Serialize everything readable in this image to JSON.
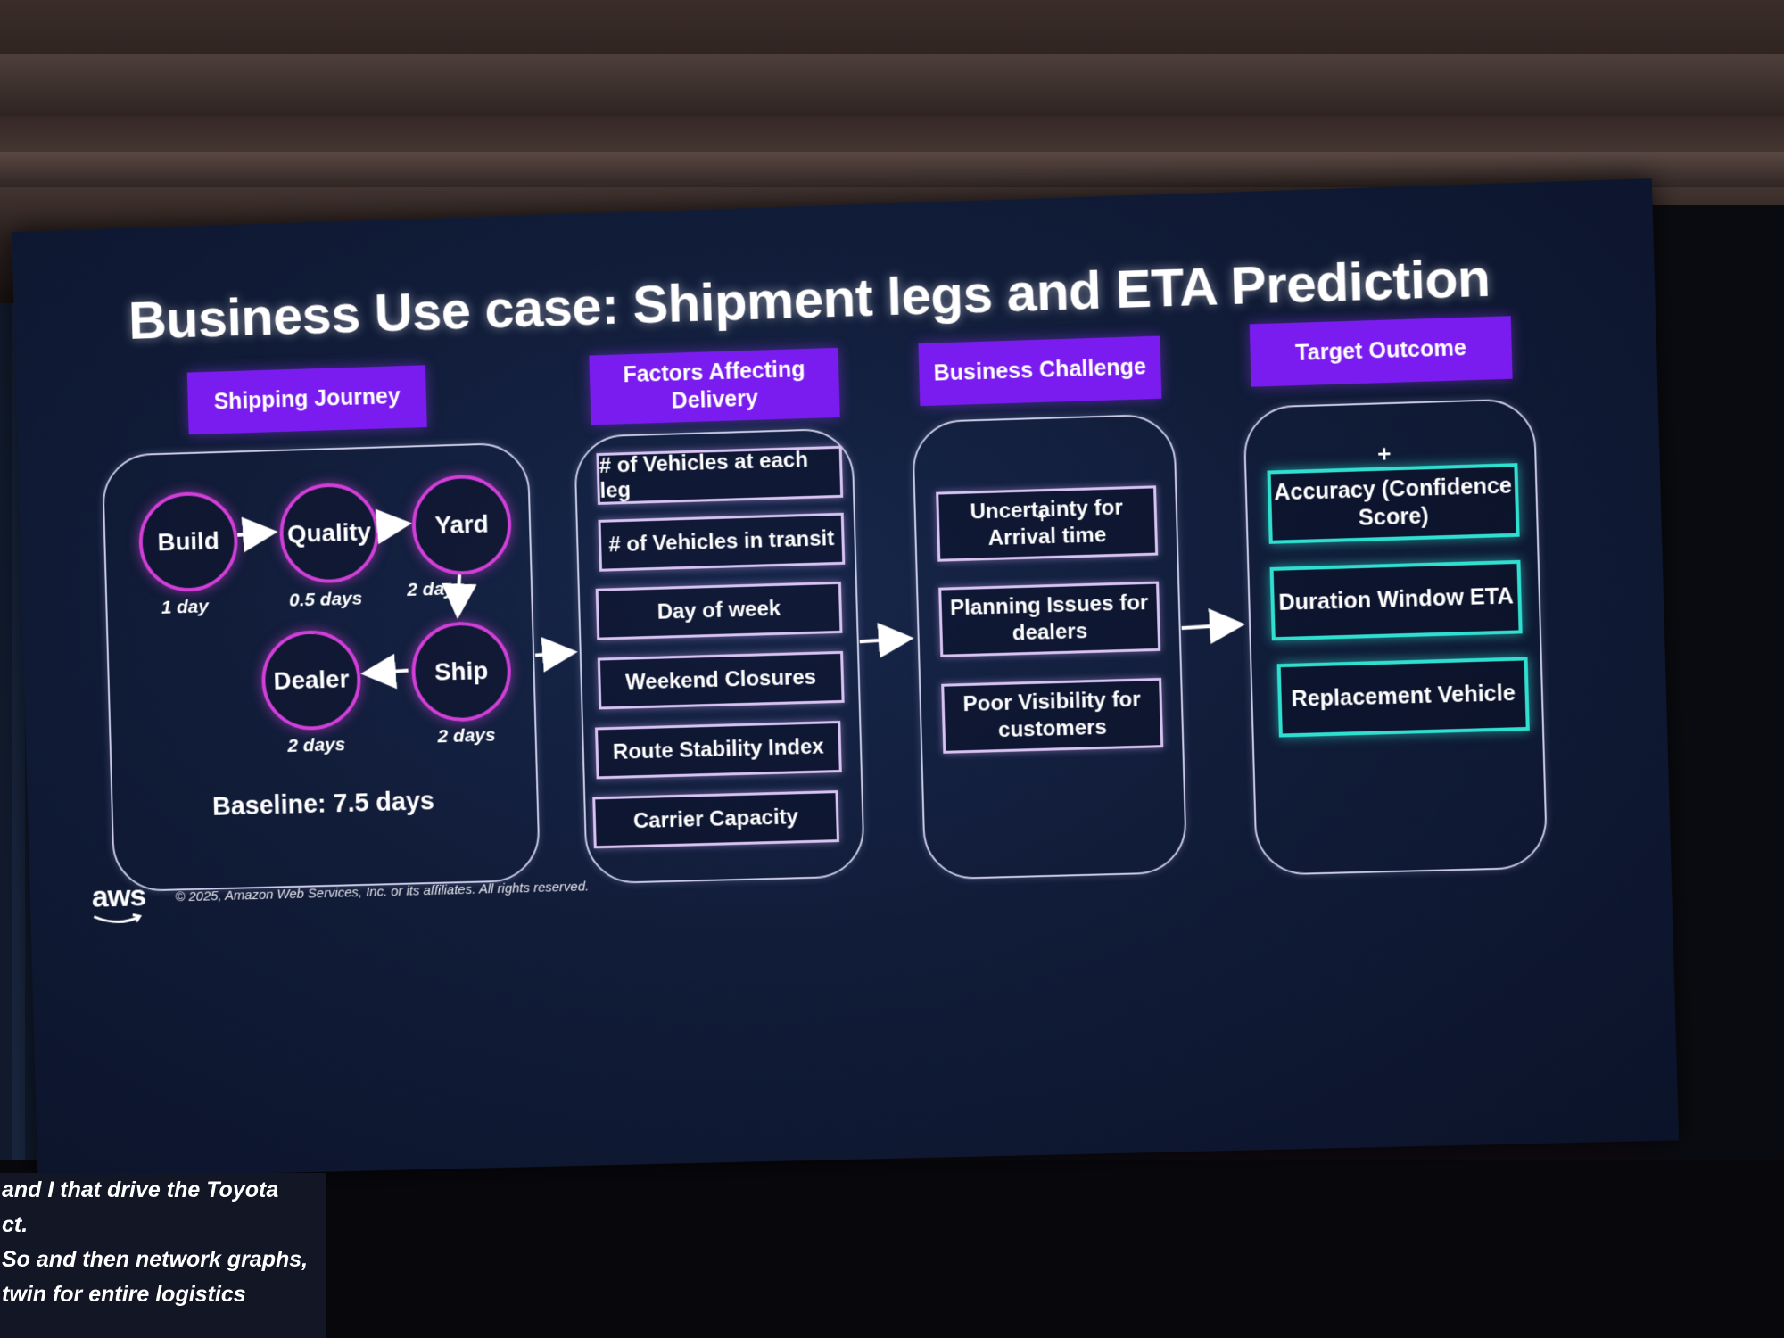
{
  "slide": {
    "title": "Business Use case: Shipment legs and ETA Prediction"
  },
  "shipping_journey": {
    "header": "Shipping Journey",
    "nodes": [
      {
        "label": "Build",
        "duration": "1 day"
      },
      {
        "label": "Quality",
        "duration": "0.5 days"
      },
      {
        "label": "Yard",
        "duration": "2 days"
      },
      {
        "label": "Ship",
        "duration": "2 days"
      },
      {
        "label": "Dealer",
        "duration": "2 days"
      }
    ],
    "baseline": "Baseline: 7.5 days"
  },
  "factors": {
    "header": "Factors Affecting Delivery",
    "items": [
      "# of Vehicles at each leg",
      "# of Vehicles in transit",
      "Day of week",
      "Weekend Closures",
      "Route Stability Index",
      "Carrier Capacity"
    ]
  },
  "challenges": {
    "header": "Business Challenge",
    "items": [
      "Uncertainty for Arrival time",
      "Planning Issues for dealers",
      "Poor Visibility for customers"
    ]
  },
  "outcomes": {
    "header": "Target Outcome",
    "items": [
      "Accuracy (Confidence Score)",
      "Duration Window ETA",
      "Replacement Vehicle"
    ]
  },
  "footer": {
    "logo": "aws",
    "copyright": "© 2025, Amazon Web Services, Inc. or its affiliates. All rights reserved."
  },
  "captions": {
    "lines": [
      "and I that drive the Toyota",
      "ct.",
      "So and then network graphs,",
      "twin for entire logistics"
    ]
  },
  "colors": {
    "header_purple": "#7a1cf0",
    "node_magenta": "#d13fd8",
    "outcome_teal": "#2fe0d0",
    "slide_bg": "#111c38"
  }
}
